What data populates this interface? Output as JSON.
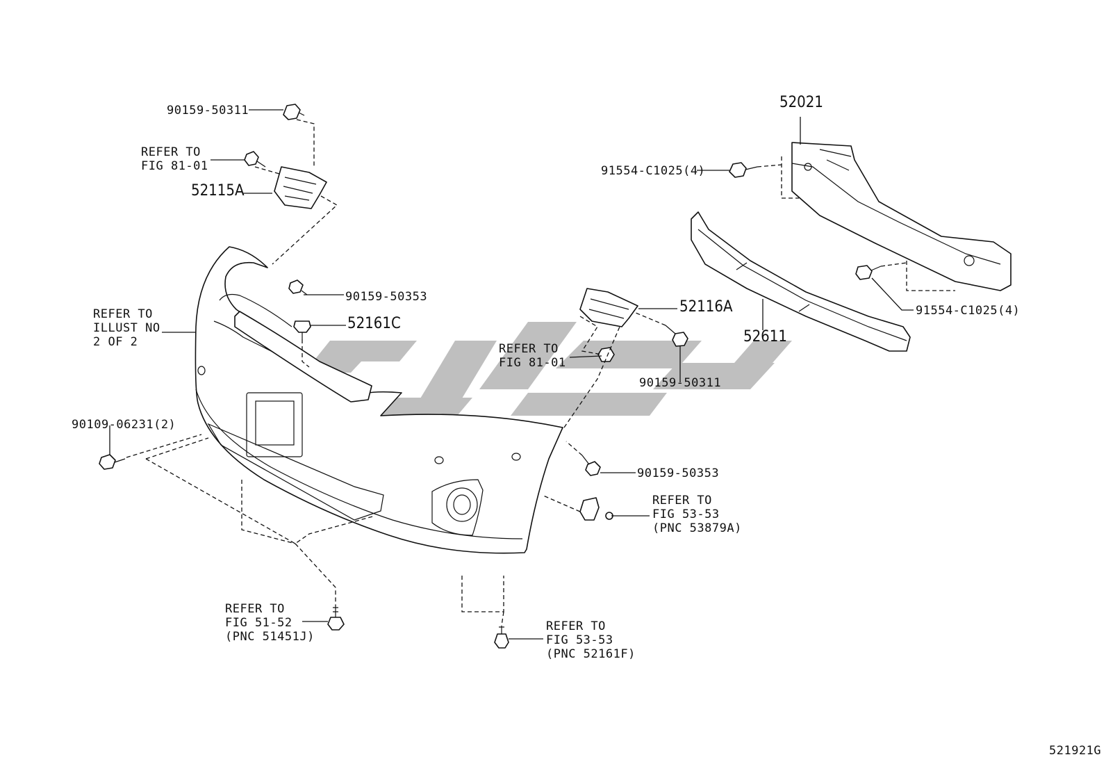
{
  "diagram_id": "521921G",
  "watermark_color": "#bfbfbf",
  "labels": {
    "p9015950311_top": "90159-50311",
    "refer_8101_top": "REFER TO\nFIG 81-01",
    "p52115A": "52115A",
    "p52021": "52021",
    "p91554_left": "91554-C1025(4)",
    "p9015950353_top": "90159-50353",
    "p52161C": "52161C",
    "p52116A": "52116A",
    "p52611": "52611",
    "p91554_right": "91554-C1025(4)",
    "refer_illust": "REFER TO\nILLUST NO\n2 OF 2",
    "refer_8101_mid": "REFER TO\nFIG 81-01",
    "p9015950311_mid": "90159-50311",
    "p9010906231": "90109-06231(2)",
    "p9015950353_bottom": "90159-50353",
    "refer_5353_a": "REFER TO\nFIG 53-53\n(PNC 53879A)",
    "refer_5152": "REFER TO\nFIG 51-52\n(PNC 51451J)",
    "refer_5353_b": "REFER TO\nFIG 53-53\n(PNC 52161F)"
  }
}
